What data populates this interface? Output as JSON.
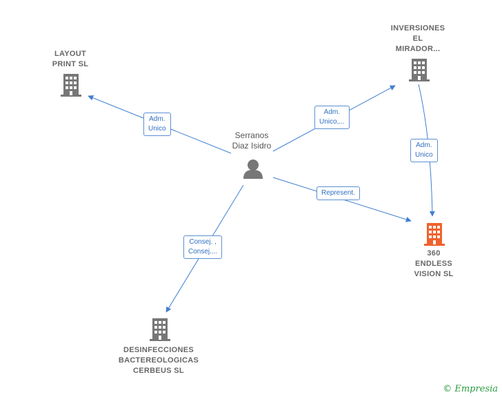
{
  "colors": {
    "edge": "#3f7fd0",
    "company": "#777777",
    "target_company": "#f0622d",
    "person": "#777777",
    "brand": "#2b9a3e"
  },
  "nodes": {
    "person": {
      "name_line1": "Serranos",
      "name_line2": "Diaz Isidro",
      "icon": "person-icon"
    },
    "layout": {
      "line1": "LAYOUT",
      "line2": "PRINT  SL",
      "icon": "building-icon"
    },
    "inversiones": {
      "line1": "INVERSIONES",
      "line2": "EL",
      "line3": "MIRADOR...",
      "icon": "building-icon"
    },
    "endless": {
      "line1": "360",
      "line2": "ENDLESS",
      "line3": "VISION  SL",
      "icon": "building-icon"
    },
    "desinfecciones": {
      "line1": "DESINFECCIONES",
      "line2": "BACTEREOLOGICAS",
      "line3": "CERBEUS  SL",
      "icon": "building-icon"
    }
  },
  "edges": {
    "to_layout": {
      "line1": "Adm.",
      "line2": "Unico"
    },
    "to_inversiones": {
      "line1": "Adm.",
      "line2": "Unico,..."
    },
    "inversiones_to_endless": {
      "line1": "Adm.",
      "line2": "Unico"
    },
    "to_endless": {
      "line1": "Represent."
    },
    "to_desinfecciones": {
      "line1": "Consej. ,",
      "line2": "Consej...."
    }
  },
  "footer": {
    "copyright_symbol": "©",
    "brand": "Empresia"
  }
}
